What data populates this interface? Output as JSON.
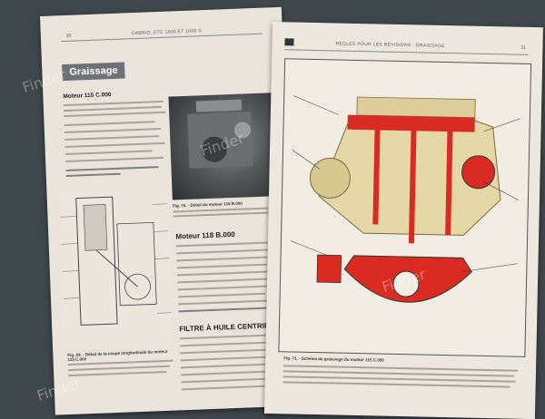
{
  "left_page": {
    "page_number": "30",
    "running_head": "CABRIO. ETC 1000 ET 1000 S",
    "section_tag": "Graissage",
    "heading_motor_1": "Moteur 115 C.000",
    "caption_photo": "Fig. 70. - Détail du moteur 118 B.000",
    "heading_motor_2": "Moteur 118 B.000",
    "heading_filter": "FILTRE À HUILE CENTRIFUGE",
    "caption_diagram": "Fig. 69. - Détail de la coupe longitudinale du moteur 115 C.000"
  },
  "right_page": {
    "page_number": "31",
    "running_head": "RÈGLES POUR LES RÉVISIONS : GRAISSAGE",
    "caption_diagram": "Fig. 71. - Schéma de graissage du moteur 115 C.000"
  },
  "watermark_text": "Finder",
  "colors": {
    "oil_red": "#d92b22",
    "engine_cream": "#e6d7a6",
    "section_tag_gray": "#6f7275",
    "background": "#3e474b"
  }
}
